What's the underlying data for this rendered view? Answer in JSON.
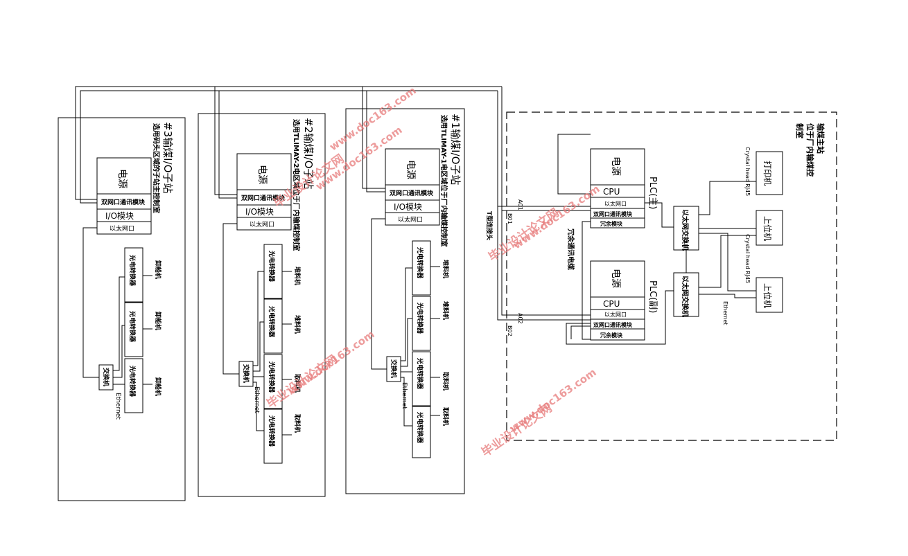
{
  "stations": {
    "s3": {
      "title": "#3输煤I/O子站",
      "desc": "选用码头区域的子站主控制室",
      "power": "电源",
      "dual": "双网口通讯模块",
      "io": "I/O模块",
      "eth": "以太网口",
      "switch": "交换机",
      "ethernet": "Ethernet",
      "conv": [
        "光电转换器",
        "光电转换器",
        "光电转换器"
      ],
      "dev": [
        "卸船机",
        "卸船机",
        "卸船机"
      ]
    },
    "s2": {
      "title": "#2输煤I/O子站",
      "desc": "选用TLIMAY-2电区域位于厂内输煤控制室",
      "power": "电源",
      "dual": "双网口通讯模块",
      "io": "I/O模块",
      "eth": "以太网口",
      "switch": "交换机",
      "ethernet": "Ethernet",
      "conv": [
        "光电转换器",
        "光电转换器",
        "光电转换器",
        "光电转换器"
      ],
      "dev": [
        "堆料机",
        "堆料机",
        "取料机",
        "取料机"
      ]
    },
    "s1": {
      "title": "#1输煤I/O子站",
      "desc": "选用TLIMAY-1电区域位于厂内输煤控制室",
      "power": "电源",
      "dual": "双网口通讯模块",
      "io": "I/O模块",
      "eth": "以太网口",
      "switch": "交换机",
      "ethernet": "Ethernet",
      "conv": [
        "光电转换器",
        "光电转换器",
        "光电转换器",
        "光电转换器"
      ],
      "dev": [
        "堆料机",
        "堆料机",
        "取料机",
        "取料机"
      ]
    }
  },
  "main": {
    "title": "输煤主站",
    "desc": "位于厂内输煤控",
    "desc2": "制室",
    "plc_main": "PLC(主)",
    "plc_sub": "PLC(副)",
    "power": "电源",
    "cpu": "CPU",
    "eth": "以太网口",
    "dual": "双网口通讯模块",
    "redund": "冗余模块",
    "redund_cable": "冗余通讯电缆",
    "switch": "以太网交换机",
    "printer": "打印机",
    "host": "上位机",
    "crystal": "Crystal head RJ45",
    "ethernet": "Ethernet",
    "t_conn": "T型连接头",
    "ports": [
      "A01",
      "B01",
      "A02",
      "B02"
    ]
  },
  "watermark": {
    "cn": "毕业设计论文网",
    "url": "www.doc163.com"
  }
}
